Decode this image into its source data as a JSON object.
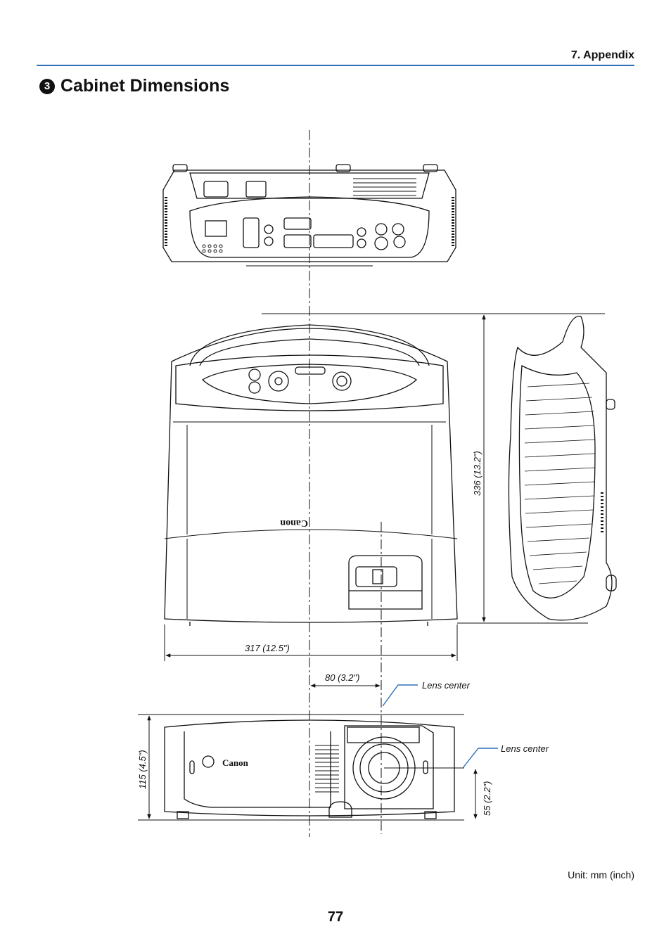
{
  "header": {
    "section": "7. Appendix"
  },
  "title": {
    "number": "3",
    "text": "Cabinet Dimensions"
  },
  "dimensions": {
    "width": "317 (12.5\")",
    "depth": "336 (13.2\")",
    "lens_offset": "80 (3.2\")",
    "height": "115 (4.5\")",
    "lens_height": "55 (2.2\")"
  },
  "annotations": {
    "lens_center_top": "Lens center",
    "lens_center_front": "Lens center"
  },
  "brand": "Canon",
  "unit_note": "Unit: mm (inch)",
  "page_number": "77",
  "colors": {
    "accent": "#2f6fb5",
    "line": "#111111"
  }
}
